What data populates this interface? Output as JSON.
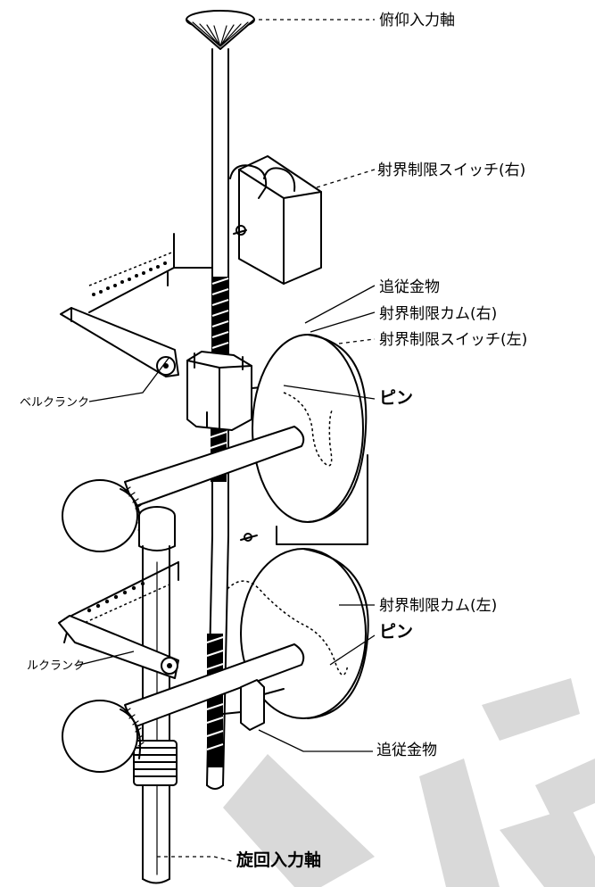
{
  "labels": {
    "control_input_shaft": "俯仰入力軸",
    "limit_switch_right": "射界制限スイッチ(右)",
    "follower_fitting_upper": "追従金物",
    "limit_cam_right": "射界制限カム(右)",
    "limit_switch_left": "射界制限スイッチ(左)",
    "pin_upper": "ピン",
    "bell_crank_upper": "ベルクランク",
    "limit_cam_left": "射界制限カム(左)",
    "pin_lower": "ピン",
    "bell_crank_lower": "ルクランク",
    "follower_fitting_lower": "追従金物",
    "rotation_input_shaft": "旋回入力軸"
  },
  "colors": {
    "ink": "#000000",
    "paper": "#ffffff",
    "watermark": "#d9d9d9"
  }
}
